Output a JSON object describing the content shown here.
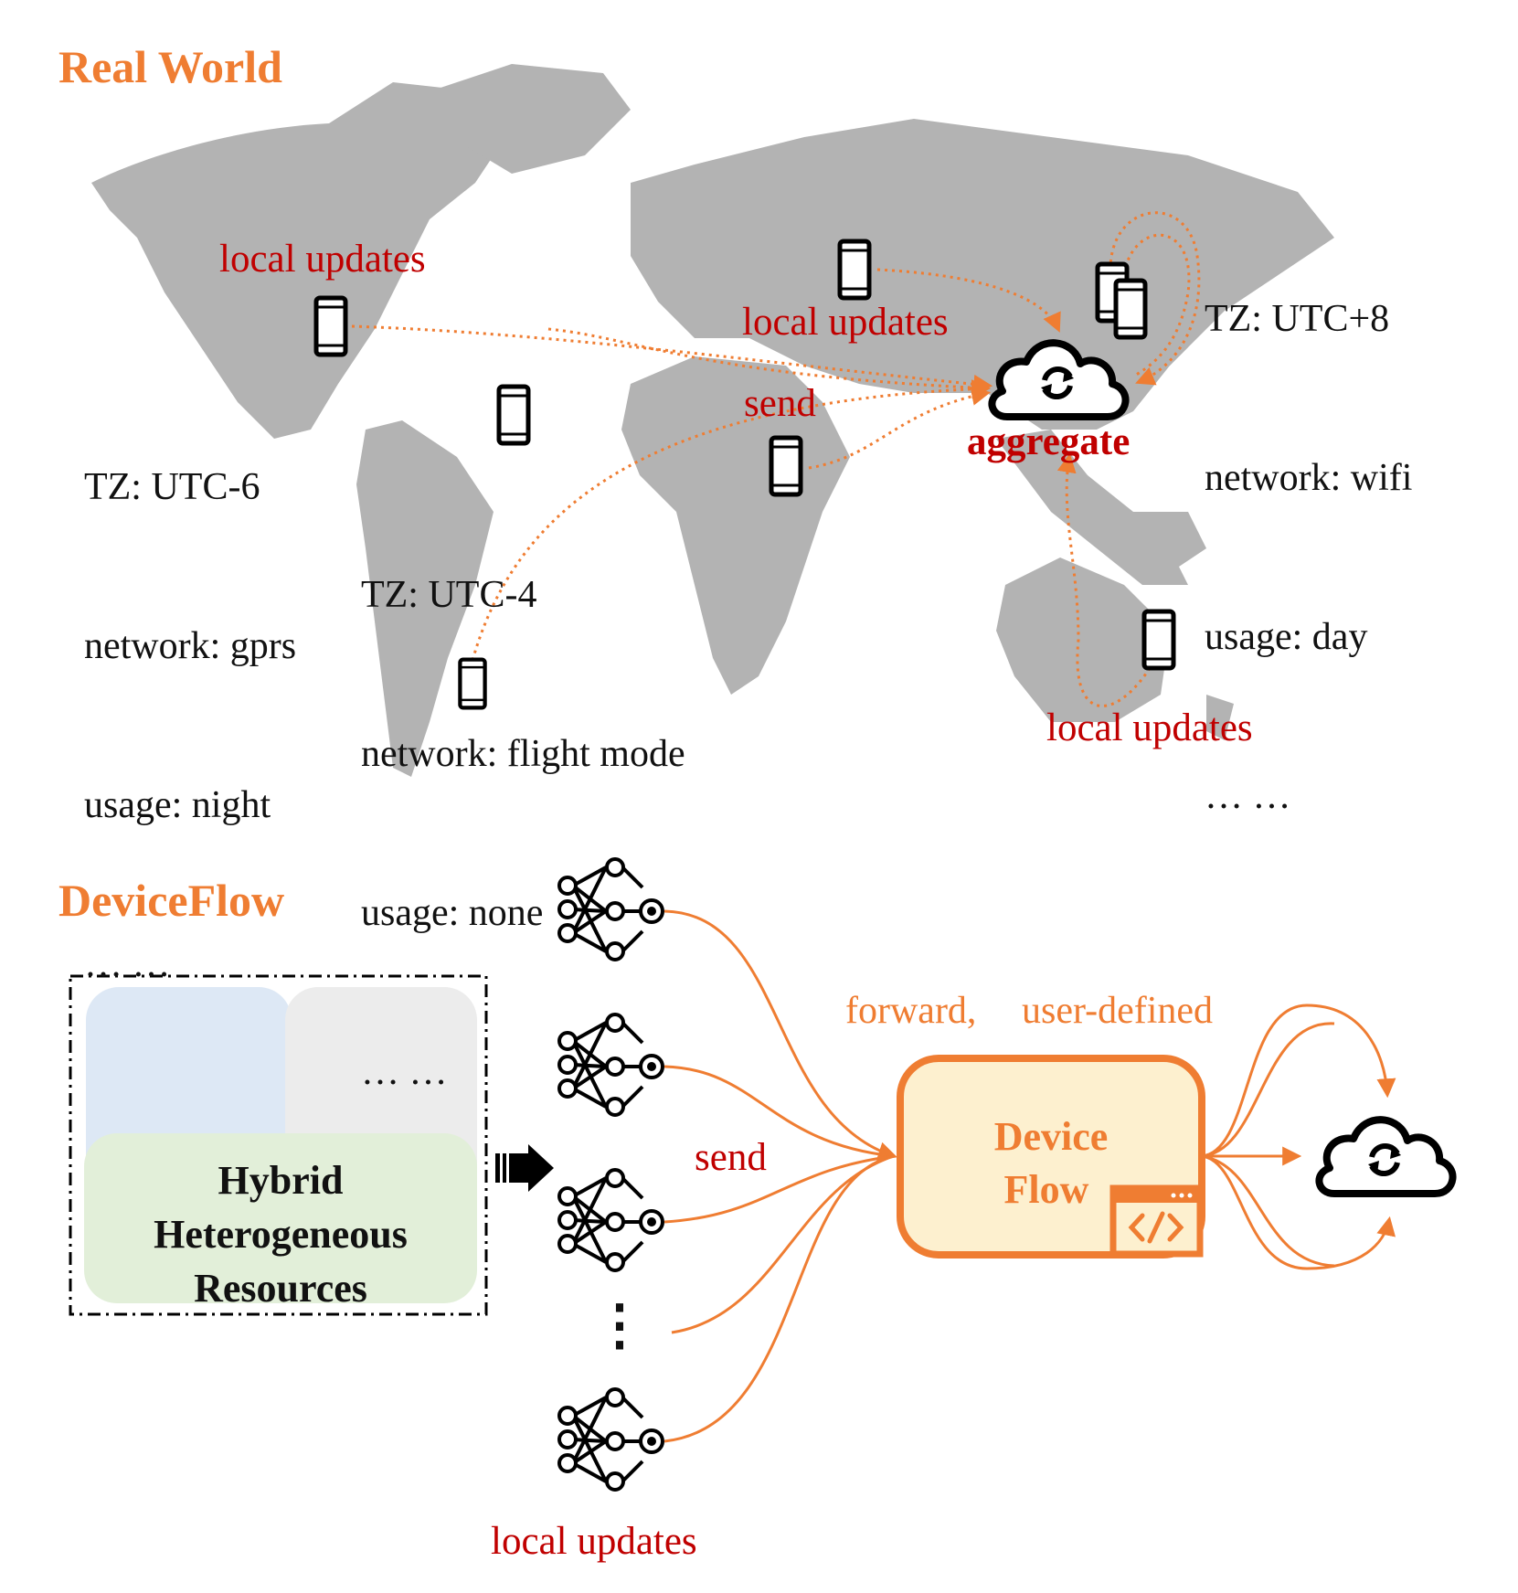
{
  "colors": {
    "orange": "#ef7d32",
    "red": "#c00000",
    "map_gray": "#b3b3b3",
    "device_fill": "#fdf0cf",
    "panel_blue": "#dde8f5",
    "panel_gray": "#ececec",
    "panel_green": "#e2efd9"
  },
  "real_world": {
    "title": "Real World",
    "labels": {
      "local_updates_na": "local updates",
      "local_updates_eu": "local updates",
      "local_updates_au": "local updates",
      "send": "send",
      "aggregate": "aggregate"
    },
    "devices": {
      "na": {
        "tz": "TZ: UTC-6",
        "network": "network: gprs",
        "usage": "usage: night",
        "more": "… …"
      },
      "sa": {
        "tz": "TZ: UTC-4",
        "network": "network: flight mode",
        "usage": "usage: none",
        "more": "… …"
      },
      "asia": {
        "tz": "TZ: UTC+8",
        "network": "network: wifi",
        "usage": "usage: day",
        "more": "… …"
      }
    }
  },
  "device_flow": {
    "title": "DeviceFlow",
    "resources": {
      "line1": "Hybrid",
      "line2": "Heterogeneous",
      "line3": "Resources"
    },
    "send_label": "send",
    "local_updates_label": "local updates",
    "forward_label": "forward,",
    "user_defined_label": "user-defined",
    "box_line1": "Device",
    "box_line2": "Flow",
    "ellipsis": "⋮"
  },
  "icons": [
    "phone-icon",
    "cloud-sync-icon",
    "neural-network-icon",
    "code-window-icon",
    "arrow-right-icon"
  ]
}
